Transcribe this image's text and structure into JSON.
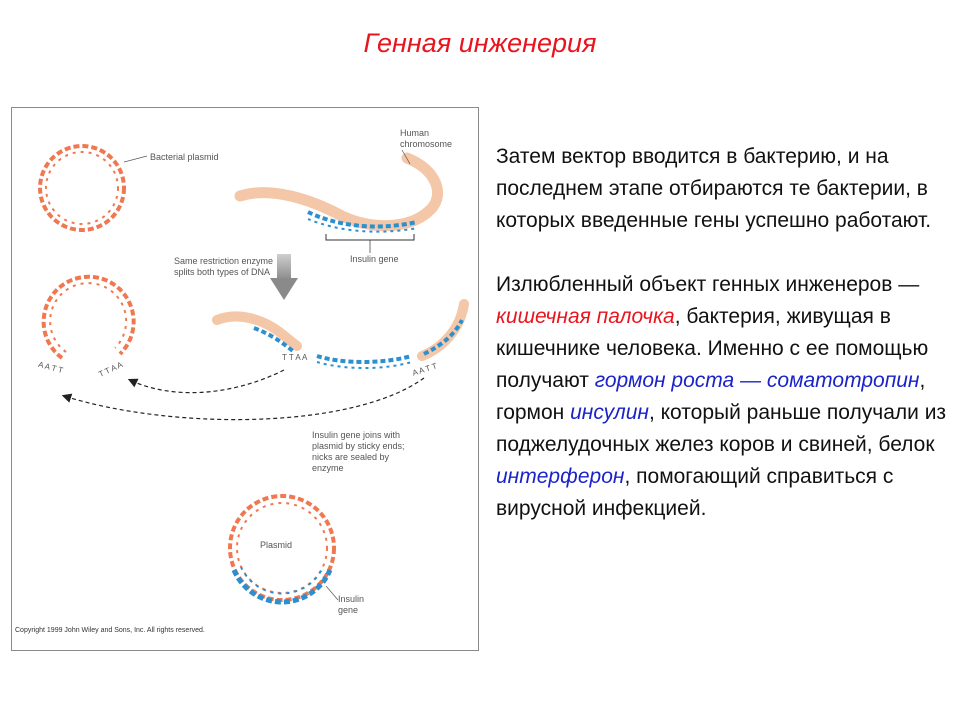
{
  "title": "Генная инженерия",
  "figure": {
    "labels": {
      "bacterial_plasmid": "Bacterial plasmid",
      "human_chromosome": "Human chromosome",
      "insulin_gene_top": "Insulin gene",
      "restriction_note": "Same restriction enzyme splits both types of DNA",
      "sticky_left_1": "A A T T",
      "sticky_left_2": "T T A A",
      "sticky_mid": "T T A A",
      "sticky_right": "A A T T",
      "join_note": "Insulin gene joins with plasmid by sticky ends; nicks are sealed by enzyme",
      "plasmid": "Plasmid",
      "insulin_gene_bottom": "Insulin gene",
      "copyright": "Copyright 1999 John Wiley and Sons, Inc. All rights reserved."
    },
    "colors": {
      "plasmid": "#f07850",
      "gene": "#2b8fd0",
      "chromosome": "#f3c7a8"
    }
  },
  "text": {
    "p1": "Затем вектор вводится в бактерию, и на последнем этапе отбираются те бактерии, в которых введенные гены успешно работают.",
    "p2": {
      "a": "Излюбленный объект генных инженеров — ",
      "b": "кишечная палочка",
      "c": ", бактерия, живущая в кишечнике человека. Именно с ее помощью получают ",
      "d": "гормон роста — соматотропин",
      "e": ", гормон ",
      "f": "инсулин",
      "g": ", который раньше получали из поджелудочных желез коров и свиней, белок ",
      "h": "интерферон",
      "i": ", помогающий справиться с вирусной инфекцией."
    }
  }
}
